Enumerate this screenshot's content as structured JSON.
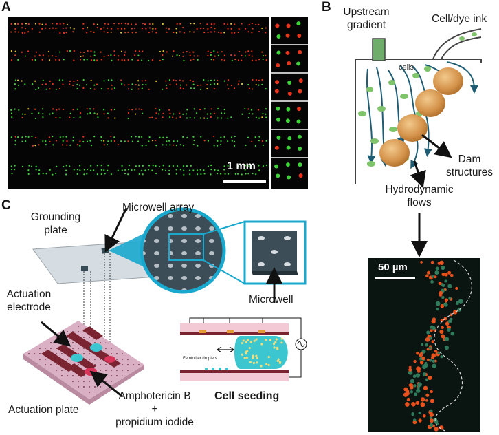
{
  "panel_a": {
    "letter": "A",
    "scale_bar": "1 mm",
    "colors": {
      "background": "#050505",
      "dye_red": "#e8361c",
      "dye_green": "#3fd33a",
      "dye_yellow": "#e6c629"
    }
  },
  "panel_b": {
    "letter": "B",
    "labels": {
      "upstream_line1": "Upstream",
      "upstream_line2": "gradient",
      "cell_dye": "Cell/dye ink",
      "cells": "cells",
      "dam_line1": "Dam",
      "dam_line2": "structures",
      "hydro_line1": "Hydrodynamic",
      "hydro_line2": "flows"
    },
    "micrograph_scale": "50 µm",
    "colors": {
      "gradient_channel": "#6fae6a",
      "dam": "#d79a4f",
      "cell": "#7fc36a",
      "flow": "#1f5d74"
    }
  },
  "panel_c": {
    "letter": "C",
    "labels": {
      "grounding_line1": "Grounding",
      "grounding_line2": "plate",
      "microwell_array": "Microwell array",
      "actuation_electrode_line1": "Actuation",
      "actuation_electrode_line2": "electrode",
      "microwell": "Microwell",
      "actuation_plate": "Actuation plate",
      "drug_line1": "Amphotericin B",
      "drug_line2": "+",
      "drug_line3": "propidium iodide",
      "cell_seeding": "Cell seeding",
      "femtoliter": "Femtoliter droplets"
    },
    "colors": {
      "accent_cyan": "#19a9cf",
      "electrode": "#7a2431",
      "actuation_plate": "#d9b0c4",
      "droplet": "#3cc6cf"
    }
  }
}
